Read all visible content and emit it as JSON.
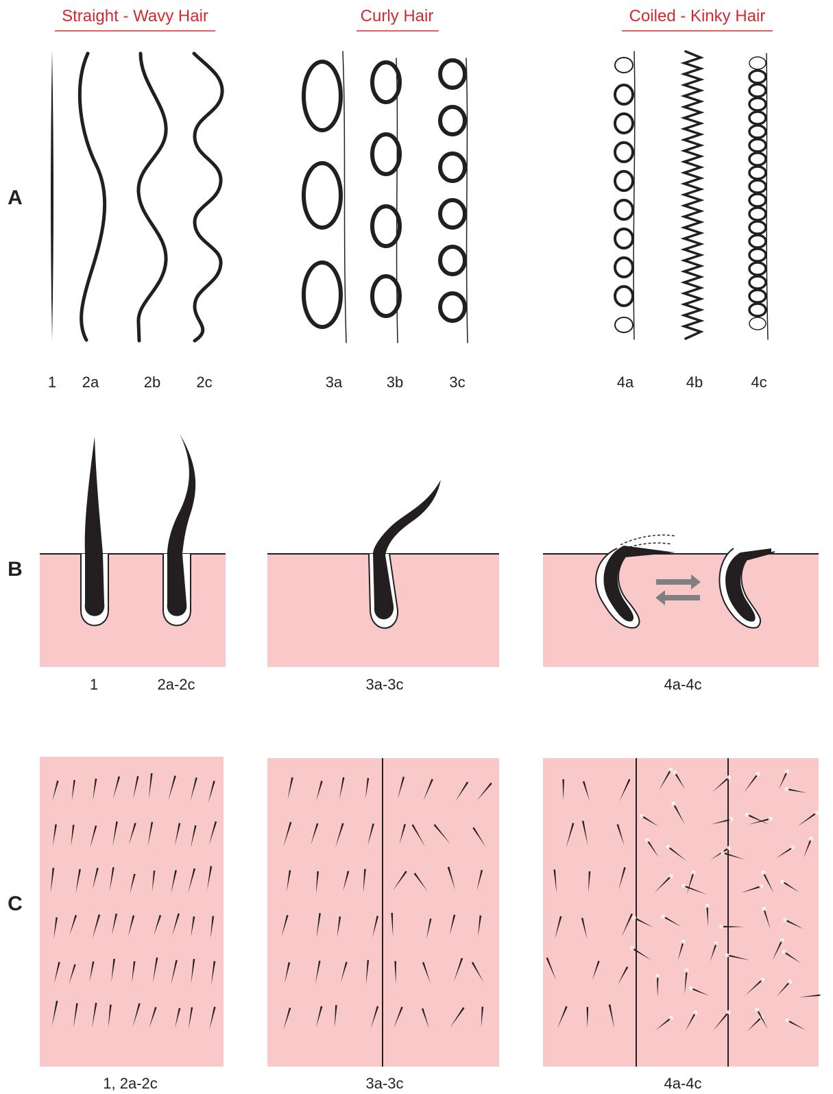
{
  "headers": {
    "straight_wavy": "Straight - Wavy Hair",
    "curly": "Curly Hair",
    "coiled_kinky": "Coiled - Kinky Hair"
  },
  "rows": {
    "a": "A",
    "b": "B",
    "c": "C"
  },
  "row_a_labels": [
    "1",
    "2a",
    "2b",
    "2c",
    "3a",
    "3b",
    "3c",
    "4a",
    "4b",
    "4c"
  ],
  "row_b_labels": [
    "1",
    "2a-2c",
    "3a-3c",
    "4a-4c"
  ],
  "row_c_labels": [
    "1, 2a-2c",
    "3a-3c",
    "4a-4c"
  ],
  "colors": {
    "header": "#d7282f",
    "skin": "#f9c9ca",
    "hair": "#231f20",
    "arrow": "#808080"
  }
}
